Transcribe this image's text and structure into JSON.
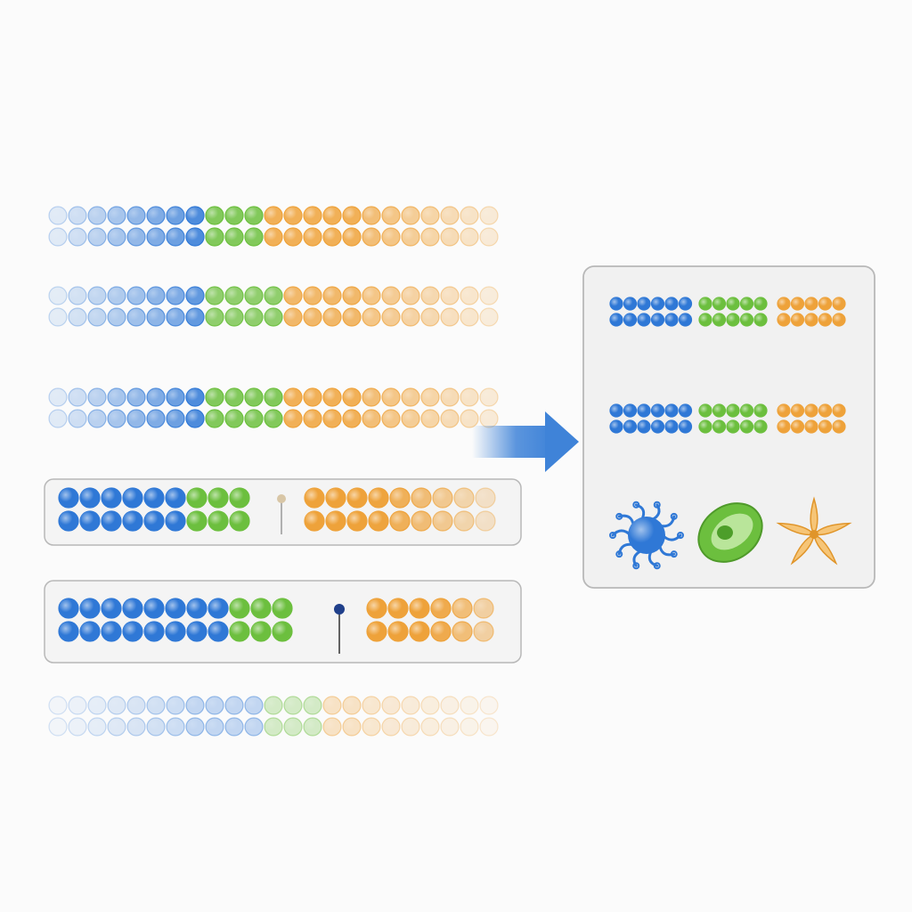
{
  "colors": {
    "blue": "#2f78d6",
    "green": "#6cbf3e",
    "orange": "#eea23a",
    "background": "#fbfbfb",
    "panel_fill": "#f1f1f1",
    "panel_stroke": "#b8b8b8",
    "arrow": "#3f83d8"
  },
  "left_strands": [
    {
      "id": "strand-1",
      "style": "faded",
      "segments": [
        "blue",
        "green",
        "orange"
      ],
      "fade": "both-ends"
    },
    {
      "id": "strand-2",
      "style": "faded",
      "segments": [
        "blue",
        "green",
        "orange"
      ],
      "fade": "both-ends"
    },
    {
      "id": "strand-3",
      "style": "faded",
      "segments": [
        "blue",
        "green",
        "orange"
      ],
      "fade": "both-ends"
    },
    {
      "id": "strand-4",
      "style": "boxed",
      "segments": [
        "blue",
        "green",
        "orange"
      ],
      "marker": "pin-beige"
    },
    {
      "id": "strand-5",
      "style": "boxed",
      "segments": [
        "blue",
        "green",
        "orange"
      ],
      "marker": "pin-navy"
    },
    {
      "id": "strand-6",
      "style": "ghost",
      "segments": [
        "blue",
        "green",
        "orange"
      ],
      "fade": "both-ends"
    }
  ],
  "result_panel": {
    "strands": [
      {
        "id": "result-strand-1",
        "segments": [
          "blue",
          "green",
          "orange"
        ]
      },
      {
        "id": "result-strand-2",
        "segments": [
          "blue",
          "green",
          "orange"
        ]
      }
    ],
    "icons": [
      "microbe-icon",
      "pea-pod-icon",
      "star-flower-icon"
    ]
  }
}
